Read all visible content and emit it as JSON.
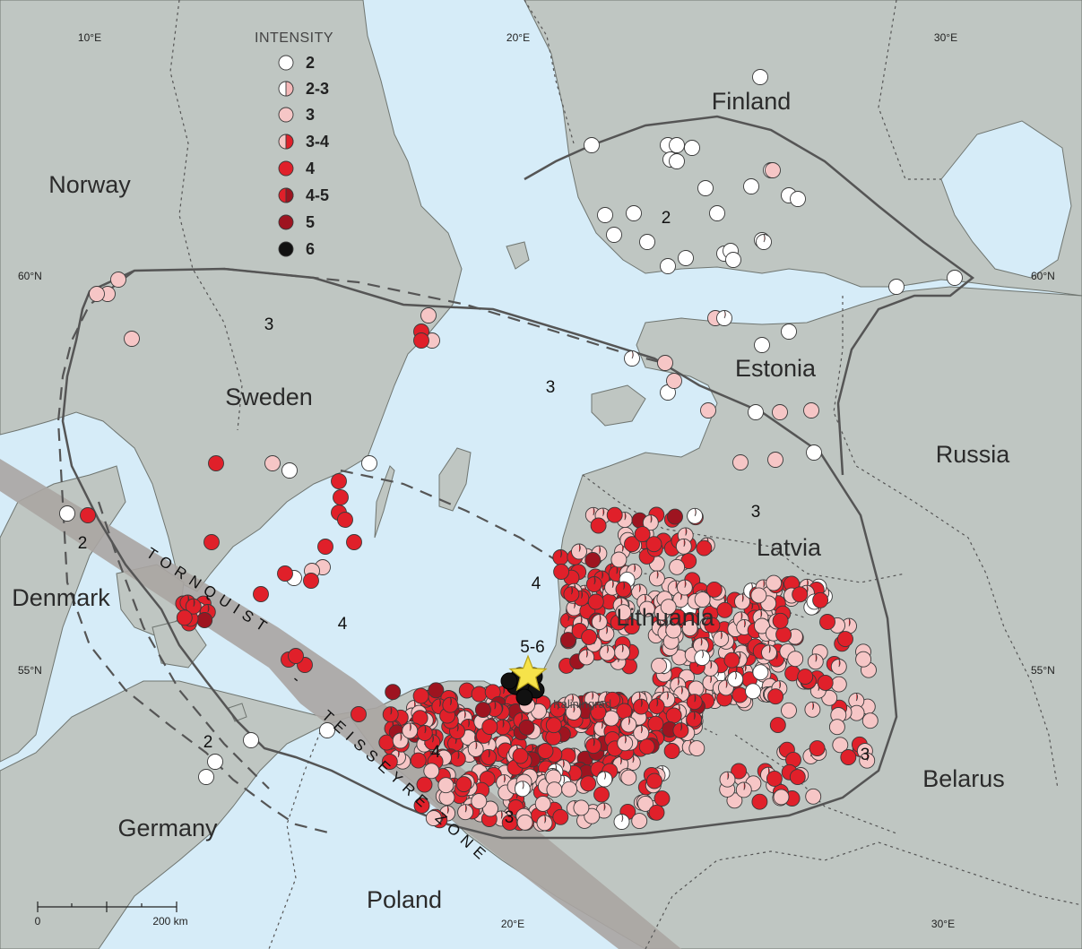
{
  "legend": {
    "title": "INTENSITY",
    "items": [
      {
        "label": "2",
        "fill": "#ffffff",
        "half": null
      },
      {
        "label": "2-3",
        "fill": "#ffffff",
        "half": "#f4b8b8"
      },
      {
        "label": "3",
        "fill": "#f6c6c6",
        "half": null
      },
      {
        "label": "3-4",
        "fill": "#f6c6c6",
        "half": "#e0202a"
      },
      {
        "label": "4",
        "fill": "#e0202a",
        "half": null
      },
      {
        "label": "4-5",
        "fill": "#e0202a",
        "half": "#9e1420"
      },
      {
        "label": "5",
        "fill": "#9e1420",
        "half": null
      },
      {
        "label": "6",
        "fill": "#111111",
        "half": null
      }
    ]
  },
  "countries": {
    "norway": "Norway",
    "sweden": "Sweden",
    "finland": "Finland",
    "estonia": "Estonia",
    "russia": "Russia",
    "latvia": "Latvia",
    "lithuania": "Lithuania",
    "denmark": "Denmark",
    "germany": "Germany",
    "poland": "Poland",
    "belarus": "Belarus"
  },
  "city": "Kaliningrad",
  "zone_labels": {
    "tornquist": "TORNQUIST",
    "dash": "-",
    "teisseyre": "TEISSEYRE ZONE"
  },
  "intensity_zone_labels": [
    {
      "id": "finland",
      "text": "2"
    },
    {
      "id": "sweden-north",
      "text": "3"
    },
    {
      "id": "baltic-sea",
      "text": "3"
    },
    {
      "id": "latvia",
      "text": "3"
    },
    {
      "id": "denmark",
      "text": "2"
    },
    {
      "id": "sweden-south",
      "text": "4"
    },
    {
      "id": "coast",
      "text": "4"
    },
    {
      "id": "epicenter",
      "text": "5-6"
    },
    {
      "id": "poland-north",
      "text": "4"
    },
    {
      "id": "poland-south",
      "text": "3"
    },
    {
      "id": "germany",
      "text": "2"
    },
    {
      "id": "belarus",
      "text": "3"
    }
  ],
  "coordinates": {
    "lon_top": [
      "10°E",
      "20°E",
      "30°E"
    ],
    "lon_bottom": [
      "20°E",
      "30°E"
    ],
    "lat": [
      "60°N",
      "55°N"
    ]
  },
  "scale_bar": {
    "start": "0",
    "end": "200 km"
  },
  "colors": {
    "land": "#bfc6c2",
    "sea": "#d6ecf8",
    "zone_band": "#aaa5a2",
    "isoseismal": "#555555",
    "border": "#555555",
    "epicenter_star": "#f6e34a"
  },
  "icons": {
    "epicenter": "star-icon"
  }
}
